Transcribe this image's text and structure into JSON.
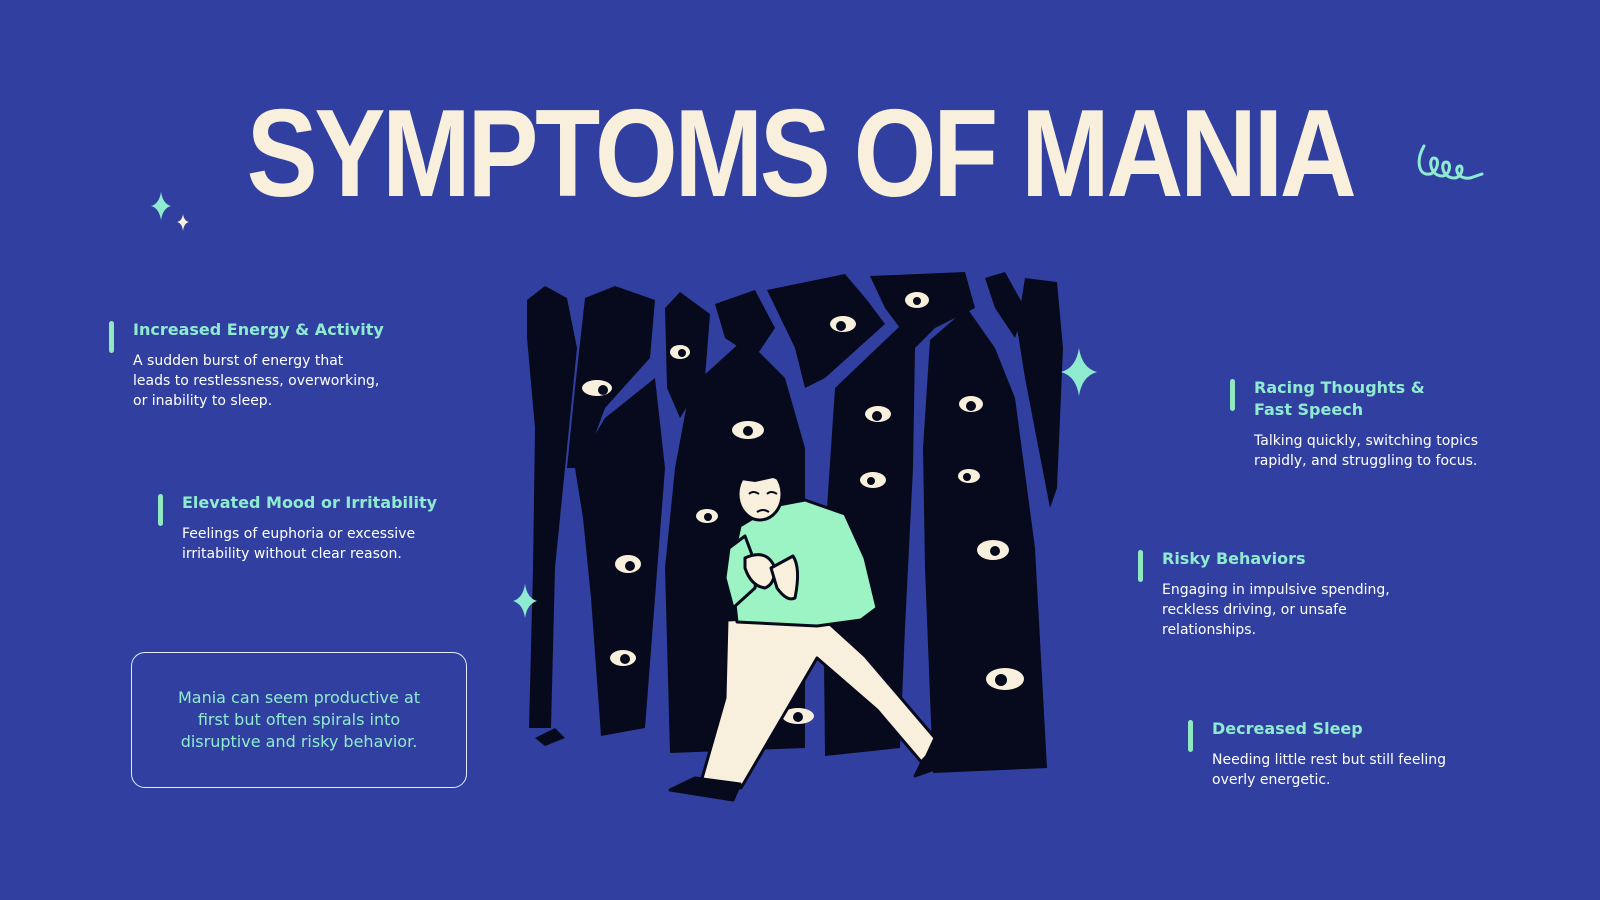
{
  "title": "SYMPTOMS OF MANIA",
  "colors": {
    "background": "#3140A0",
    "title": "#F8F0DC",
    "accent": "#8FEBD0",
    "forest": "#070A1C"
  },
  "symptoms": [
    {
      "heading": "Increased Energy & Activity",
      "description": "A sudden burst of energy that leads to restlessness, overworking, or inability to sleep."
    },
    {
      "heading": "Elevated Mood or Irritability",
      "description": "Feelings of euphoria or excessive irritability without clear reason."
    },
    {
      "heading": "Racing Thoughts & Fast Speech",
      "description": "Talking quickly, switching topics rapidly, and struggling to focus."
    },
    {
      "heading": "Risky Behaviors",
      "description": "Engaging in impulsive spending, reckless driving, or unsafe relationships."
    },
    {
      "heading": "Decreased Sleep",
      "description": "Needing little rest but still feeling overly energetic."
    }
  ],
  "note": "Mania can seem productive at first but often spirals into disruptive and risky behavior.",
  "decorations": [
    "sparkle-icon",
    "squiggle-icon"
  ],
  "illustration": "anxious-person-in-forest-with-eyes"
}
